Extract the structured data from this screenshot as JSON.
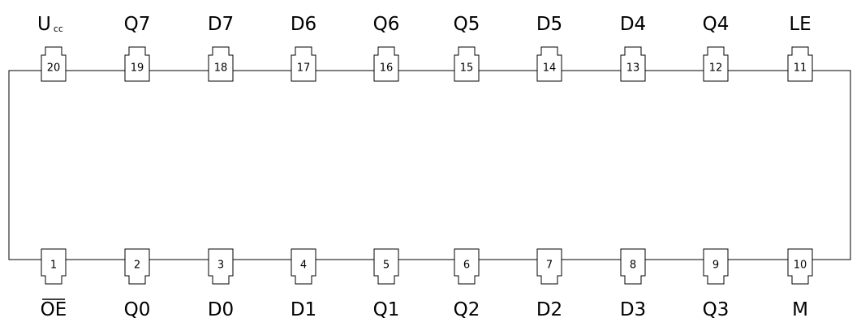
{
  "top_pins": [
    {
      "number": "20",
      "label": "U",
      "label_sub": "CC"
    },
    {
      "number": "19",
      "label": "Q7"
    },
    {
      "number": "18",
      "label": "D7"
    },
    {
      "number": "17",
      "label": "D6"
    },
    {
      "number": "16",
      "label": "Q6"
    },
    {
      "number": "15",
      "label": "Q5"
    },
    {
      "number": "14",
      "label": "D5"
    },
    {
      "number": "13",
      "label": "D4"
    },
    {
      "number": "12",
      "label": "Q4"
    },
    {
      "number": "11",
      "label": "LE"
    }
  ],
  "bottom_pins": [
    {
      "number": "1",
      "label": "OE",
      "overline": true
    },
    {
      "number": "2",
      "label": "Q0"
    },
    {
      "number": "3",
      "label": "D0"
    },
    {
      "number": "4",
      "label": "D1"
    },
    {
      "number": "5",
      "label": "Q1"
    },
    {
      "number": "6",
      "label": "Q2"
    },
    {
      "number": "7",
      "label": "D2"
    },
    {
      "number": "8",
      "label": "D3"
    },
    {
      "number": "9",
      "label": "Q3"
    },
    {
      "number": "10",
      "label": "M"
    }
  ]
}
